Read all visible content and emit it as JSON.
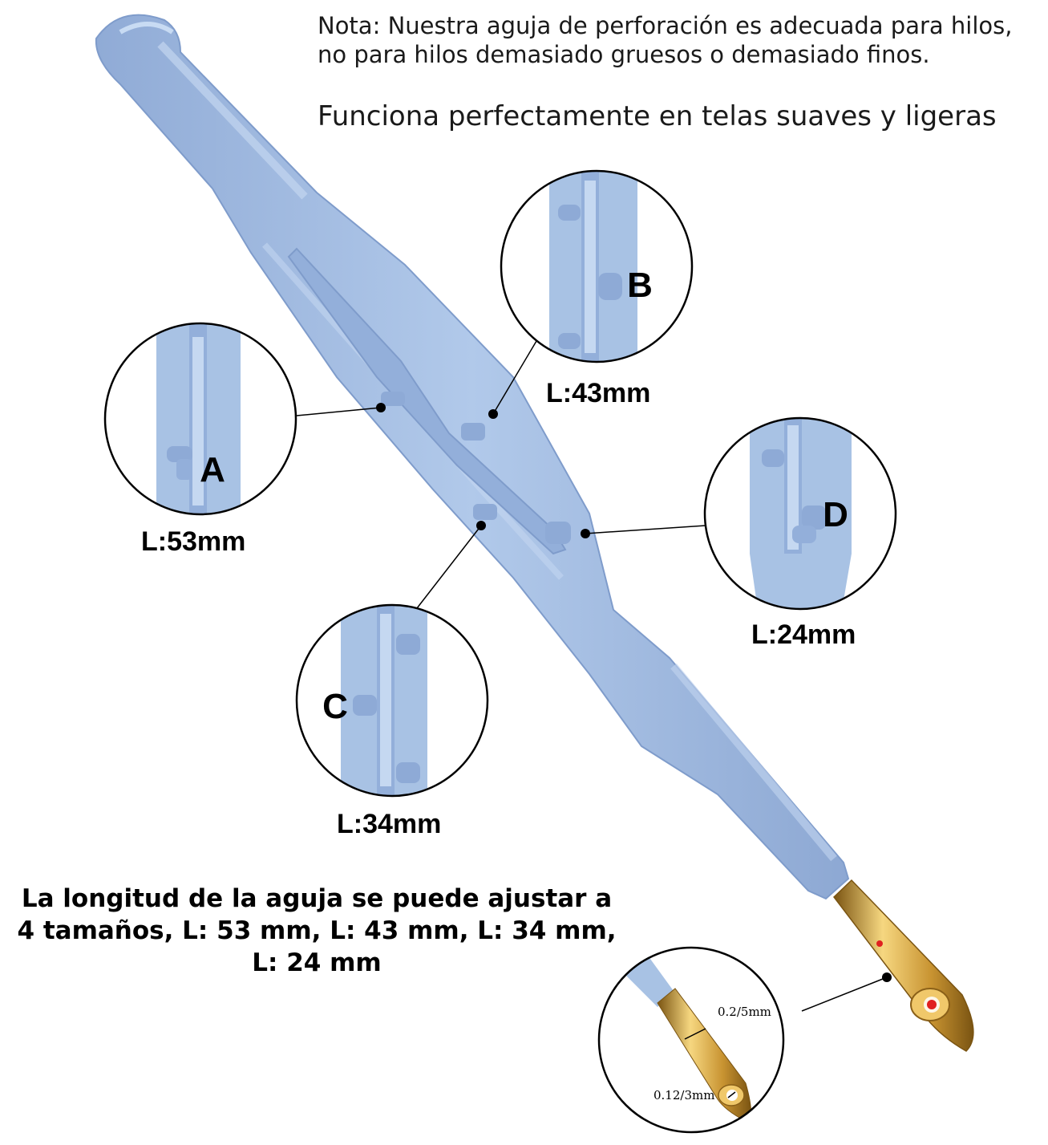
{
  "note": {
    "line1": "Nota: Nuestra aguja de perforación es adecuada para hilos,",
    "line2": "no para hilos demasiado gruesos o demasiado finos.",
    "fabric": "Funciona perfectamente en telas suaves y ligeras"
  },
  "zooms": [
    {
      "letter": "A",
      "length": "L:53mm"
    },
    {
      "letter": "B",
      "length": "L:43mm"
    },
    {
      "letter": "C",
      "length": "L:34mm"
    },
    {
      "letter": "D",
      "length": "L:24mm"
    }
  ],
  "needle_tip": {
    "label_thick": "0.2/5mm",
    "label_thin": "0.12/3mm"
  },
  "footer": {
    "text": "La longitud de la aguja se puede ajustar a 4 tamaños, L: 53 mm, L: 43 mm, L: 34 mm, L: 24 mm"
  },
  "colors": {
    "pen_blue": "#a8c2e4",
    "pen_shadow": "#8eaad6",
    "needle_gold": "#d4a93c",
    "marker_red": "#e02020"
  }
}
